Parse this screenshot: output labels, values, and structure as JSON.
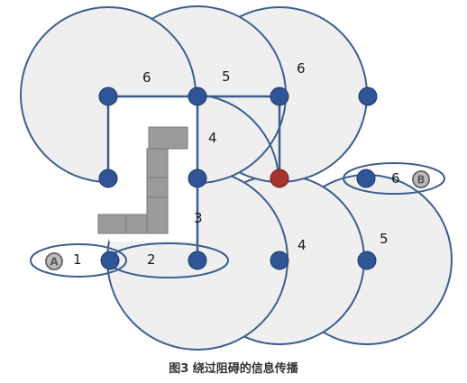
{
  "diagram": {
    "hop_labels": {
      "top_left": "6",
      "top_middle": "5",
      "top_right": "6",
      "middle_4": "4",
      "middle_3": "3",
      "bottom_1": "1",
      "bottom_2": "2",
      "lower_4": "4",
      "lower_5": "5",
      "upper_right_6": "6"
    },
    "endpoints": {
      "a": "A",
      "b": "B"
    },
    "colors": {
      "coverage_fill": "#efefef",
      "outline": "#3b5e8f",
      "node": "#2f5597",
      "active_node": "#a8322d",
      "obstacle": "#9b9b9b"
    }
  },
  "caption": "图3 绕过阻碍的信息传播"
}
